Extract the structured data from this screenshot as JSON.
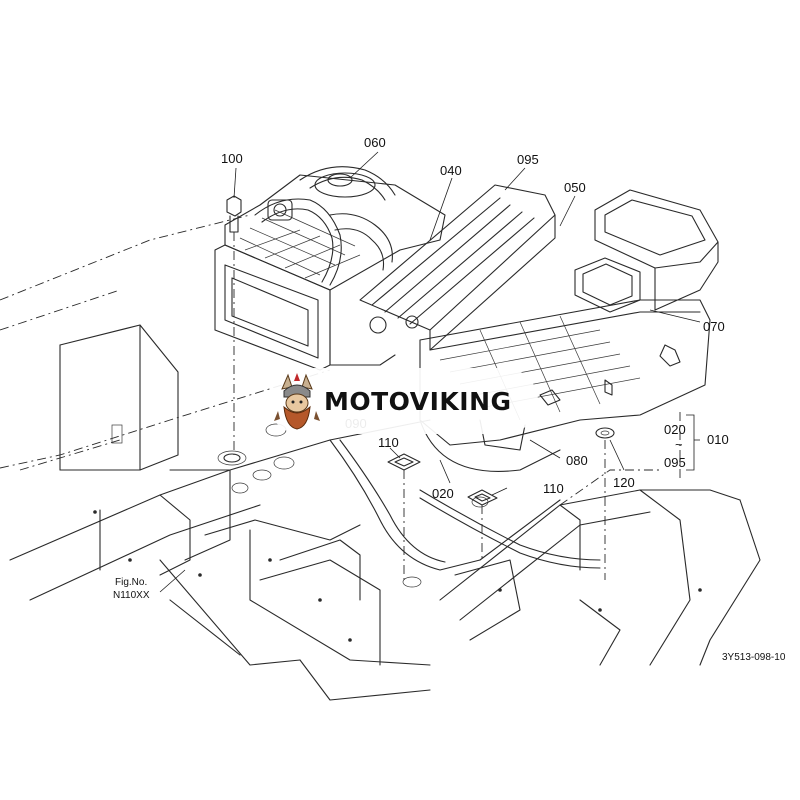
{
  "callouts": {
    "c100": "100",
    "c060": "060",
    "c040": "040",
    "c095": "095",
    "c050": "050",
    "c070": "070",
    "c090": "090",
    "c110a": "110",
    "c110b": "110",
    "c080": "080",
    "c020a": "020",
    "c120": "120",
    "c020b": "020",
    "tilde": "~",
    "c095b": "095",
    "c010": "010"
  },
  "fig_ref": {
    "line1": "Fig.No.",
    "line2": "N110XX"
  },
  "drawing_id": "3Y513-098-10",
  "watermark": {
    "text": "MOTOVIKING"
  }
}
